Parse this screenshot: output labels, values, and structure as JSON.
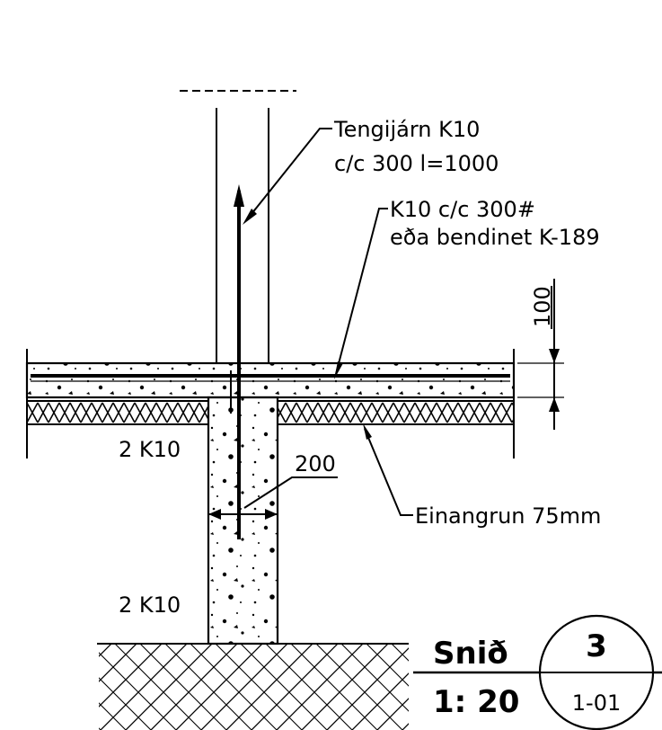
{
  "labels": {
    "dowel_line1": "Tengijárn K10",
    "dowel_line2": "c/c 300 l=1000",
    "slab_line1": "K10 c/c 300#",
    "slab_line2": "eða bendinet K-189",
    "dim_slab": "100",
    "dim_wall": "200",
    "wall_bars_upper": "2 K10",
    "wall_bars_lower": "2 K10",
    "insulation": "Einangrun 75mm"
  },
  "title_block": {
    "section_label": "Snið",
    "scale": "1: 20",
    "detail_number": "3",
    "sheet_ref": "1-01"
  }
}
